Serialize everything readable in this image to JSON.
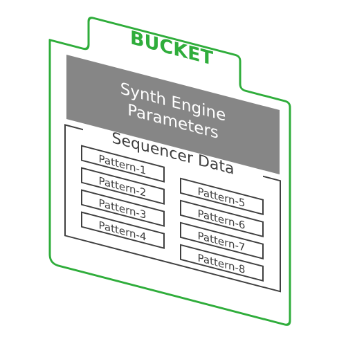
{
  "bucket": {
    "title": "BUCKET",
    "accent": "#2fad3b"
  },
  "synth": {
    "line1": "Synth Engine",
    "line2": "Parameters",
    "fill": "#868686",
    "text_color": "#ffffff"
  },
  "sequencer": {
    "label": "Sequencer Data",
    "stroke": "#3f3f3f",
    "left_patterns": [
      "Pattern-1",
      "Pattern-2",
      "Pattern-3",
      "Pattern-4"
    ],
    "right_patterns": [
      "Pattern-5",
      "Pattern-6",
      "Pattern-7",
      "Pattern-8"
    ]
  }
}
